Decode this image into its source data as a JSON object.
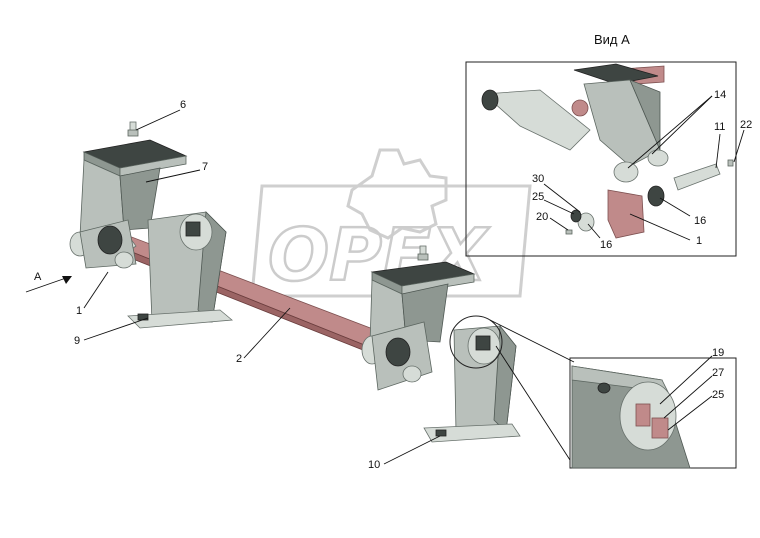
{
  "view_title": "Вид А",
  "watermark": "OPEX",
  "view_arrow_label": "A",
  "callouts": {
    "c1_main": "1",
    "c2": "2",
    "c6": "6",
    "c7": "7",
    "c9": "9",
    "c10": "10",
    "c14": "14",
    "c11": "11",
    "c22": "22",
    "c30": "30",
    "c25_view": "25",
    "c20": "20",
    "c16_left": "16",
    "c16_right": "16",
    "c1_view": "1",
    "c19": "19",
    "c27": "27",
    "c25_detail": "25"
  },
  "colors": {
    "part_gray": "#b9c0bb",
    "stabilizer_bar": "#c08a8a",
    "bushing_black": "#3e4542"
  }
}
